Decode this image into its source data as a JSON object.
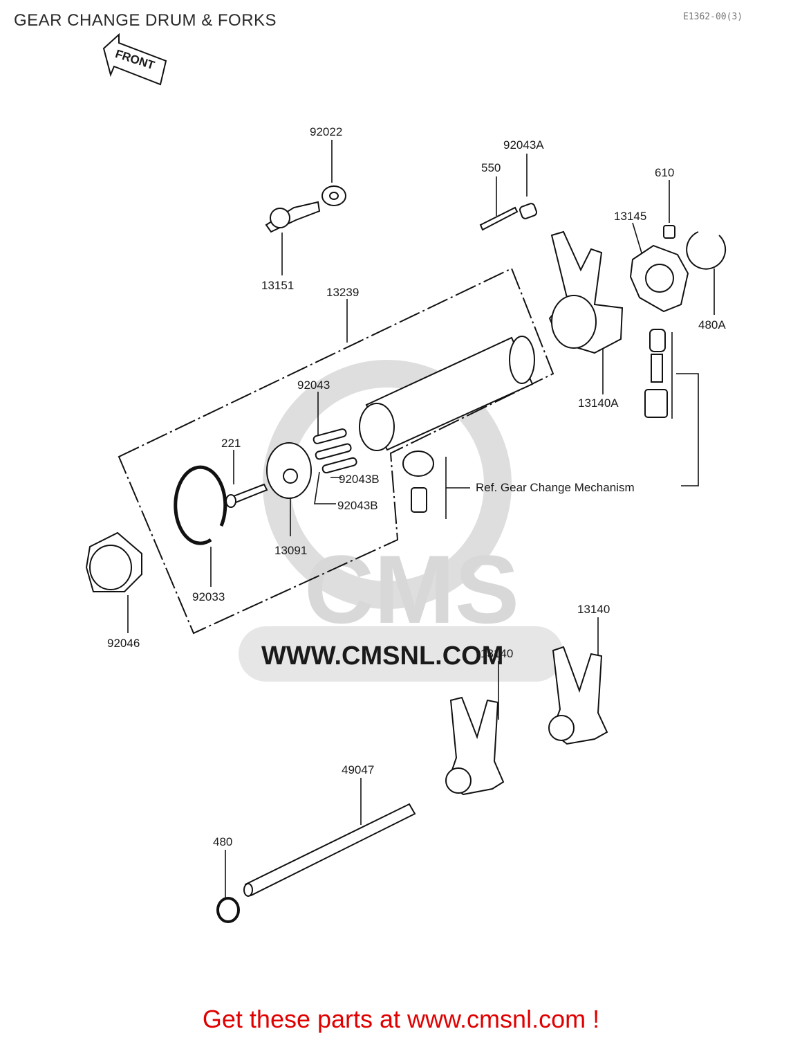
{
  "header": {
    "title": "GEAR CHANGE DRUM & FORKS",
    "code": "E1362-00(3)"
  },
  "front_label": "FRONT",
  "watermark": {
    "brand": "CMS",
    "url": "WWW.CMSNL.COM"
  },
  "labels": {
    "p92022": "92022",
    "p13151": "13151",
    "p550": "550",
    "p92043A": "92043A",
    "p610": "610",
    "p13145": "13145",
    "p480A": "480A",
    "p13239": "13239",
    "p13140A": "13140A",
    "p92043": "92043",
    "p221": "221",
    "p92043B_1": "92043B",
    "p92043B_2": "92043B",
    "p13091": "13091",
    "p92033": "92033",
    "p92046": "92046",
    "ref": "Ref.  Gear Change Mechanism",
    "p13140_1": "13140",
    "p13140_2": "13140",
    "p49047": "49047",
    "p480": "480"
  },
  "footer": {
    "text": "Get these parts at www.cmsnl.com !"
  },
  "colors": {
    "footer": "#e00000",
    "watermark": "#d8d8d8"
  }
}
